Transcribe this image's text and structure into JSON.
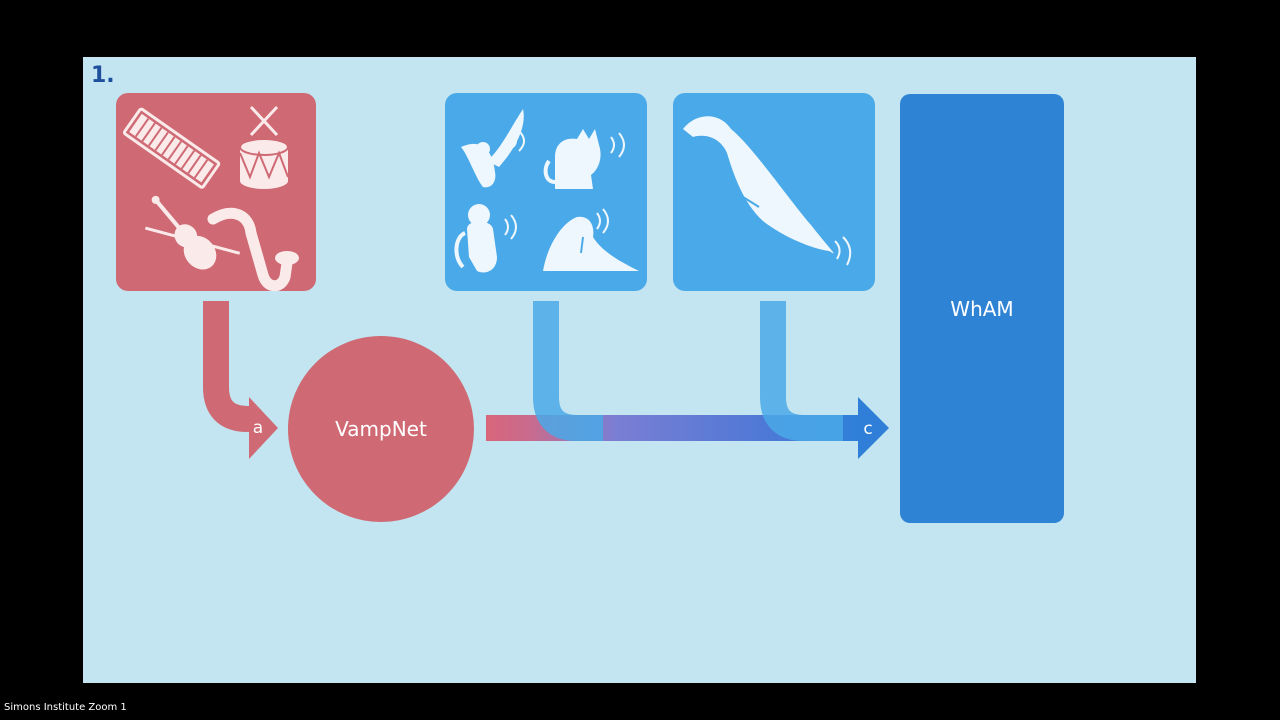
{
  "slide": {
    "step_number": "1.",
    "nodes": {
      "vampnet": "VampNet",
      "wham": "WhAM"
    },
    "arrows": {
      "a": "a",
      "c": "c"
    },
    "icons": {
      "instruments": [
        "keyboard-icon",
        "drum-icon",
        "violin-icon",
        "saxophone-icon"
      ],
      "animals": [
        "bird-icon",
        "cat-icon",
        "monkey-icon",
        "walrus-icon"
      ],
      "whale": "sperm-whale-icon"
    },
    "colors": {
      "background": "#c3e5f1",
      "music_red": "#cf6a74",
      "animal_blue": "#4aa9e8",
      "wham_blue": "#2f83d4"
    }
  },
  "footer": {
    "zoom_label": "Simons Institute Zoom 1"
  }
}
